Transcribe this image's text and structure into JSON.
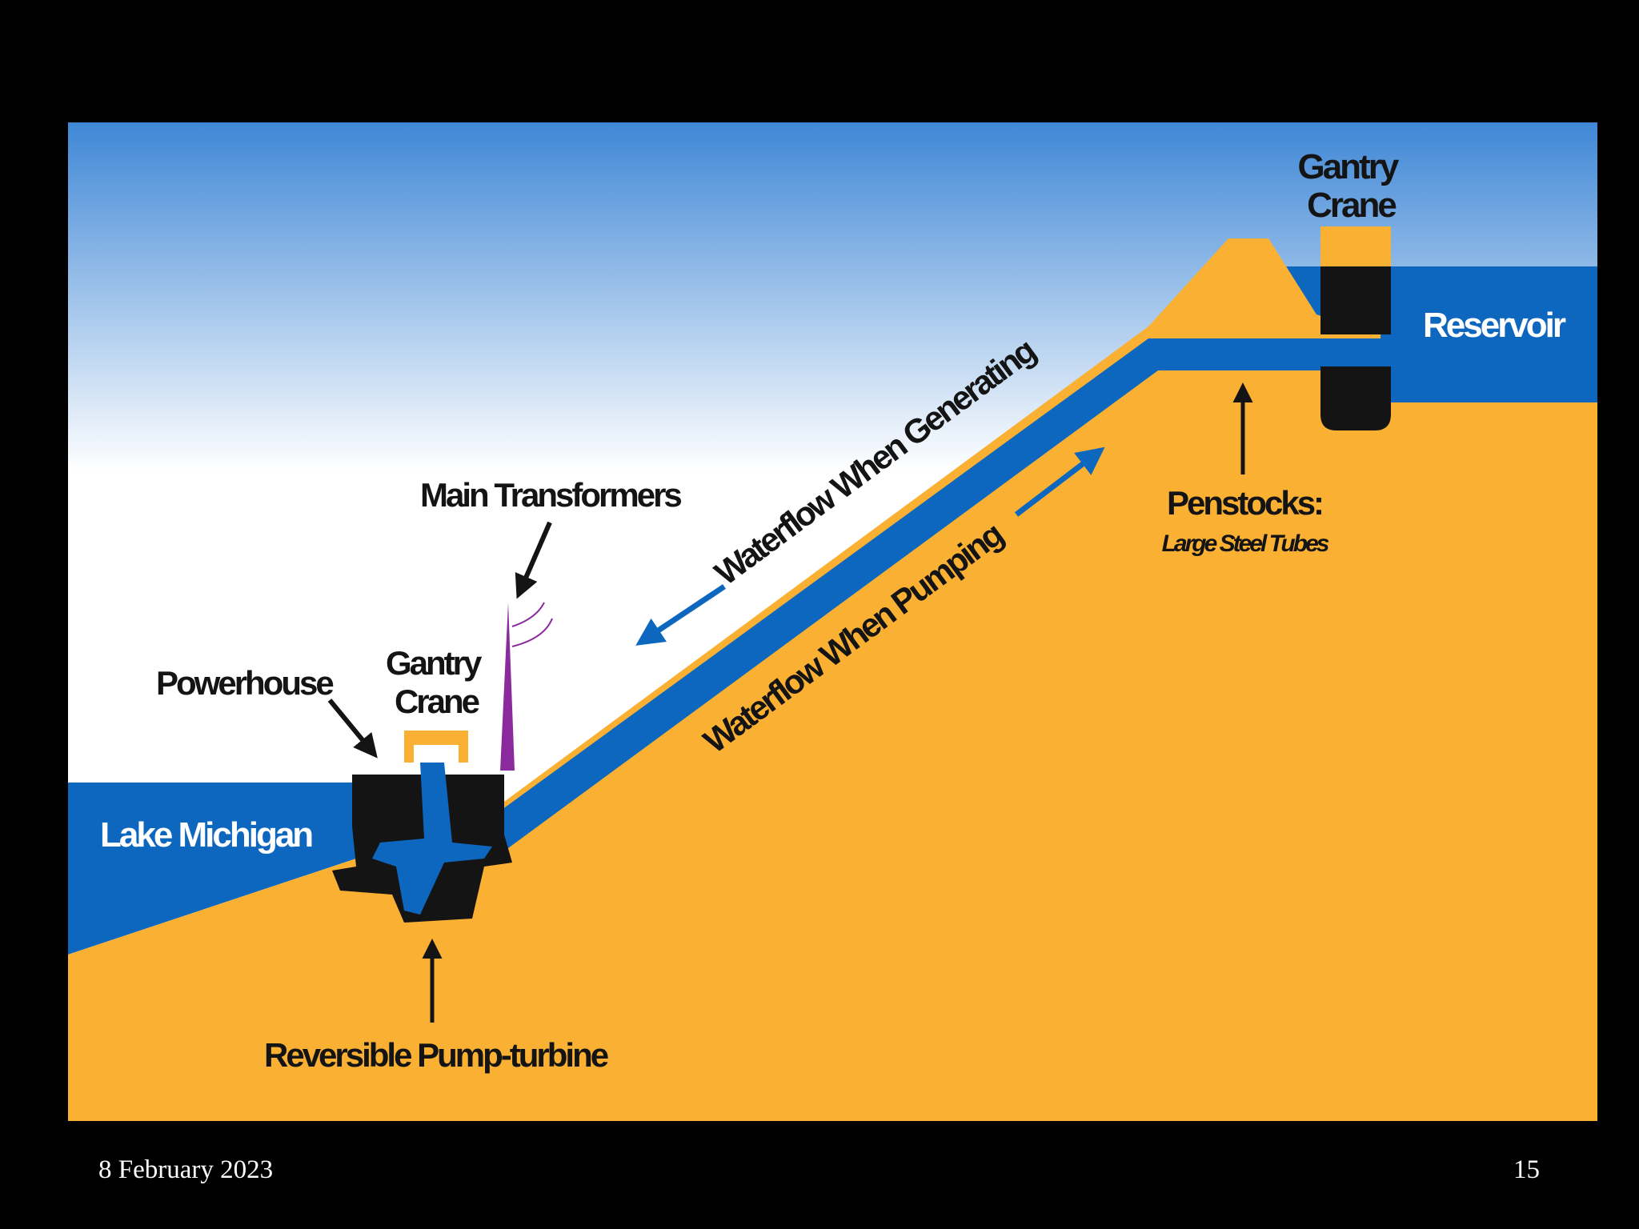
{
  "diagram": {
    "labels": {
      "gantry_crane_top": [
        "Gantry",
        "Crane"
      ],
      "reservoir": "Reservoir",
      "waterflow_generating": "Waterflow When Generating",
      "waterflow_pumping": "Waterflow When Pumping",
      "penstocks": "Penstocks:",
      "penstocks_sub": "Large Steel Tubes",
      "main_transformers": "Main Transformers",
      "gantry_crane_bottom": [
        "Gantry",
        "Crane"
      ],
      "powerhouse": "Powerhouse",
      "lake_michigan": "Lake Michigan",
      "pump_turbine": "Reversible Pump-turbine"
    },
    "colors": {
      "sky_top": "#3f87d6",
      "sky_bottom": "#ffffff",
      "ground": "#fab133",
      "water": "#0d67bf",
      "structure": "#0a0a0a",
      "transformer": "#8a2a9c",
      "text": "#141414"
    }
  },
  "footer": {
    "date": "8 February 2023",
    "page": "15"
  }
}
